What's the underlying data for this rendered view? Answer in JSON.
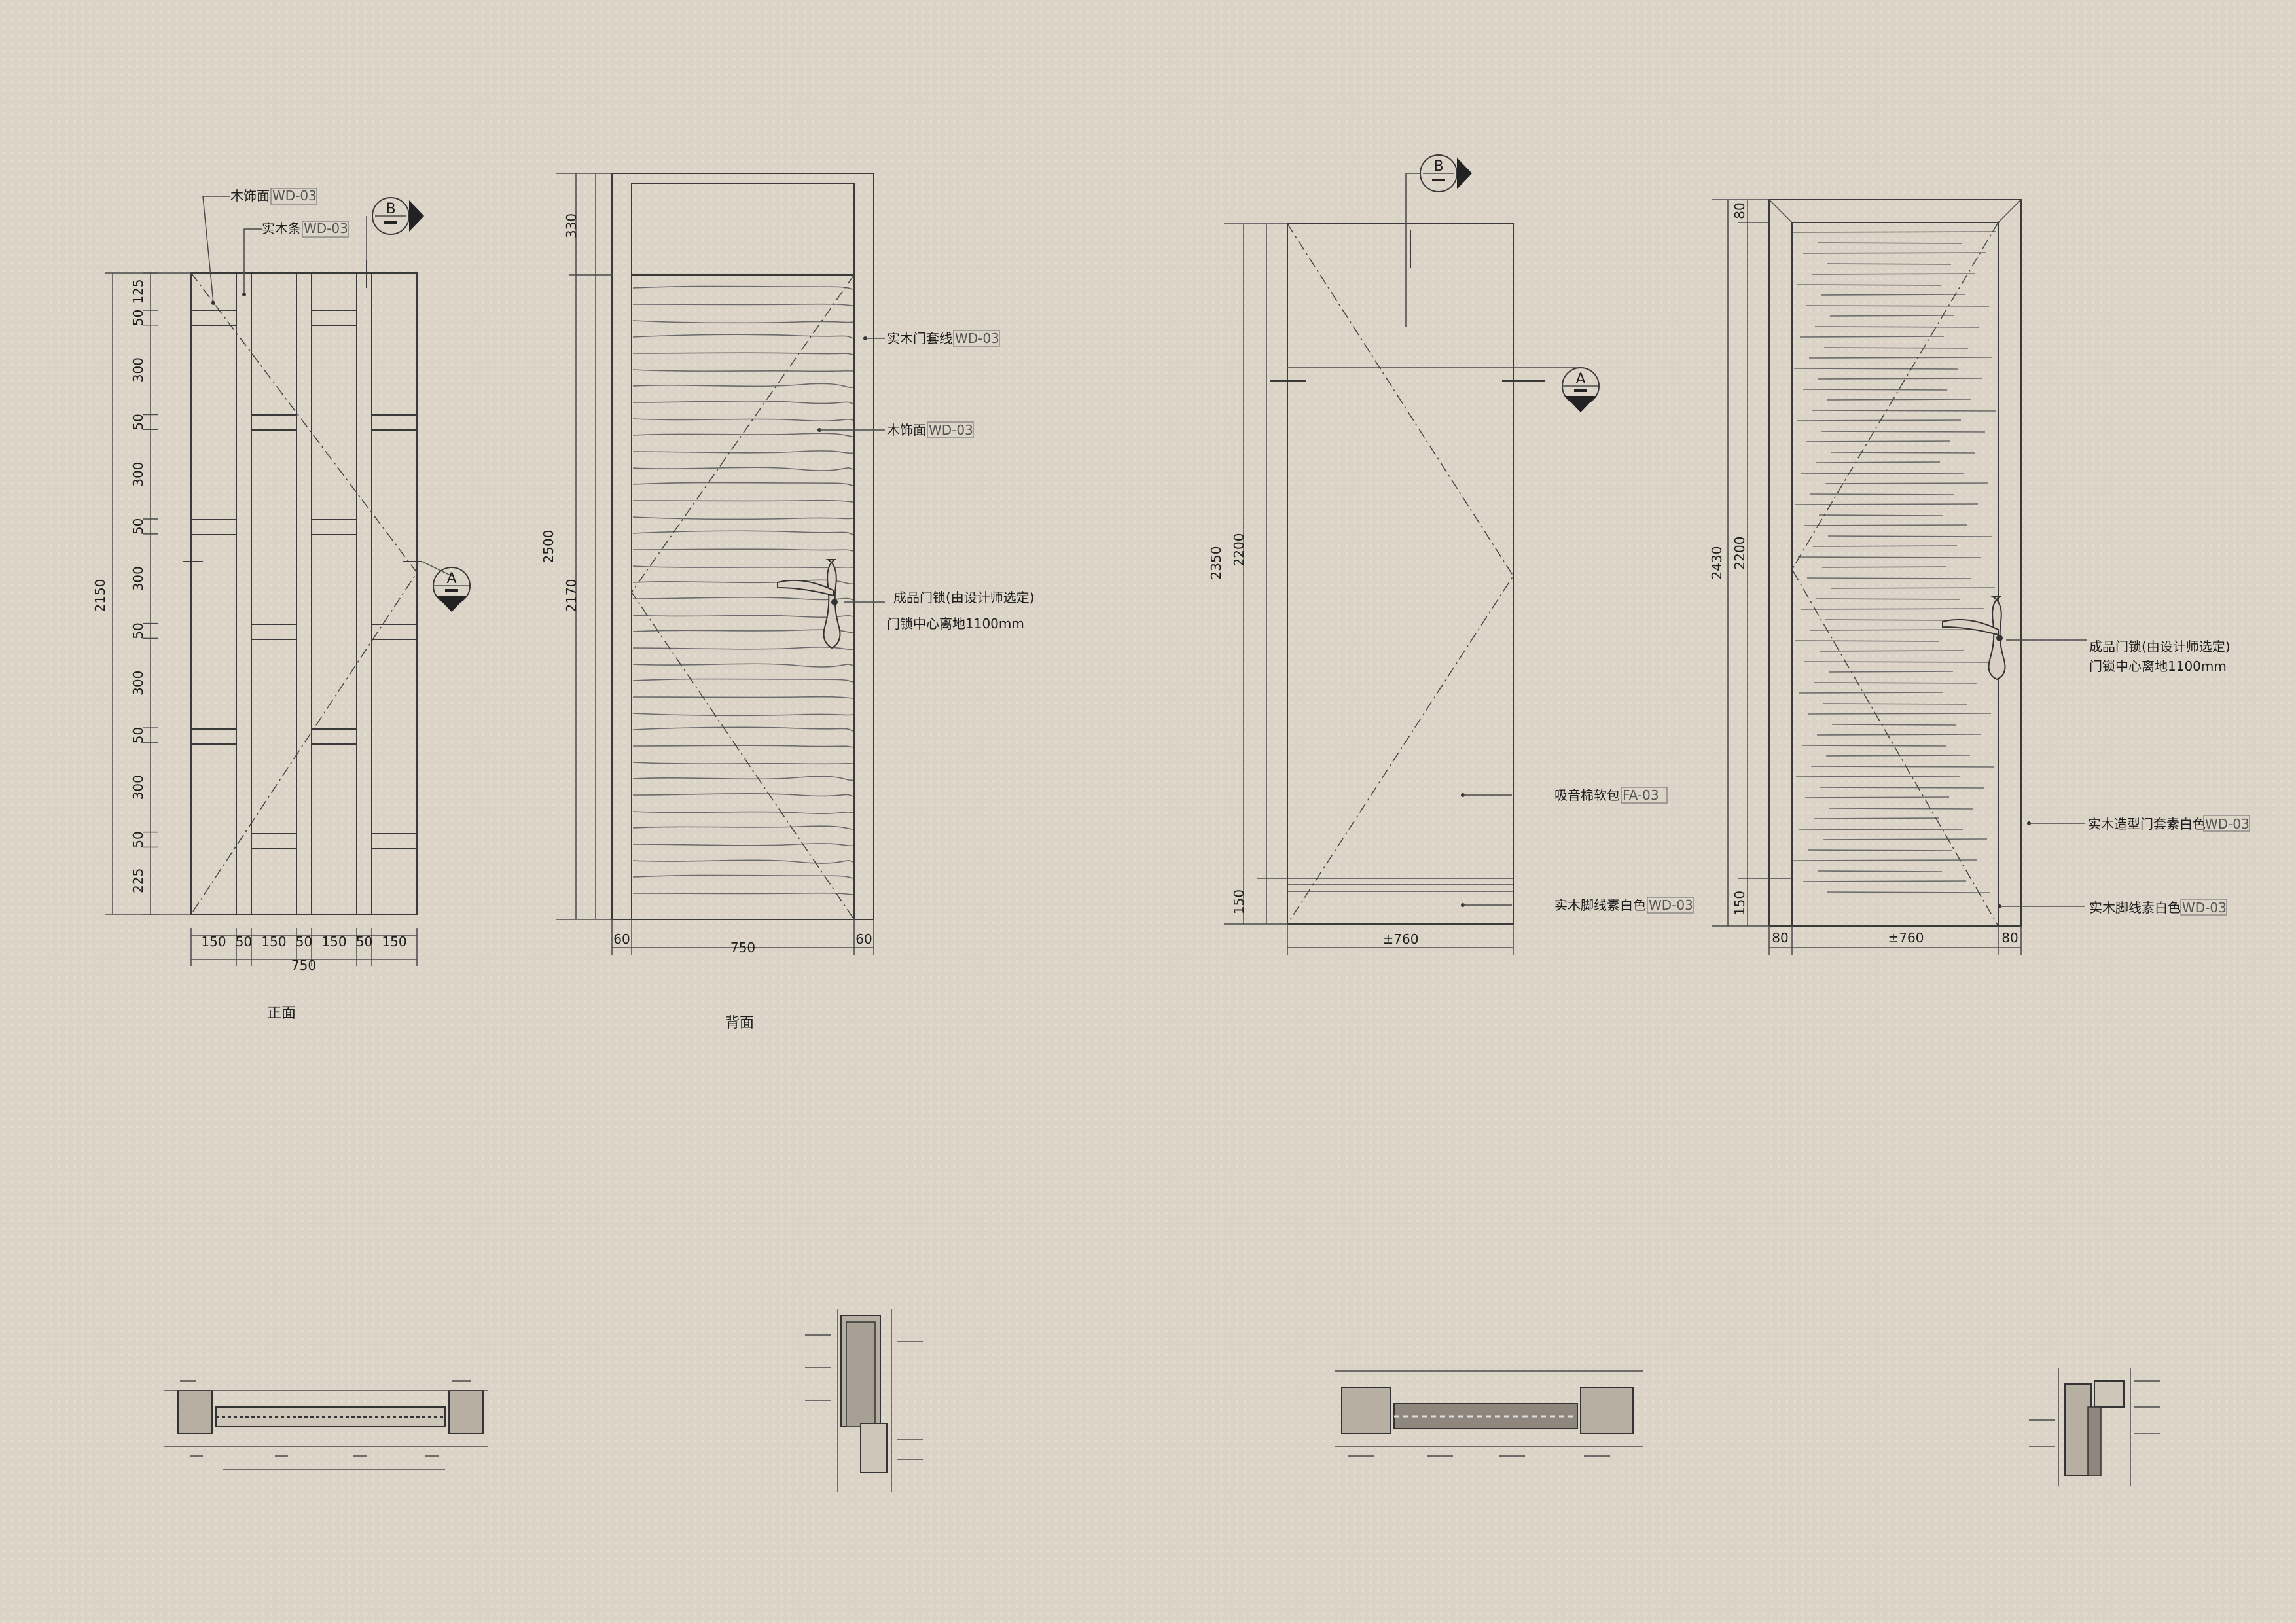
{
  "drawing": {
    "elev1": {
      "caption": "正面",
      "height_total": "2150",
      "height_segments": [
        "125",
        "50",
        "300",
        "50",
        "300",
        "50",
        "300",
        "50",
        "300",
        "50",
        "300",
        "50",
        "225"
      ],
      "width_segments": [
        "150",
        "50",
        "150",
        "50",
        "150",
        "50",
        "150"
      ],
      "width_total": "750",
      "labels": [
        {
          "text": "木饰面",
          "tag": "WD-03"
        },
        {
          "text": "实木条",
          "tag": "WD-03"
        }
      ],
      "markers": [
        {
          "letter": "B"
        },
        {
          "letter": "A"
        }
      ]
    },
    "elev2": {
      "caption": "背面",
      "height_total": "2500",
      "height_top": "330",
      "height_bottom": "2170",
      "width_left": "60",
      "width_mid": "750",
      "width_right": "60",
      "labels": [
        {
          "text": "实木门套线",
          "tag": "WD-03"
        },
        {
          "text": "木饰面",
          "tag": "WD-03"
        }
      ],
      "lock_note": {
        "line1": "成品门锁(由设计师选定)",
        "line2": "门锁中心离地1100mm"
      }
    },
    "elev3": {
      "height_total": "2350",
      "height_main": "2200",
      "height_base": "150",
      "width_total": "±760",
      "labels": [
        {
          "text": "吸音棉软包",
          "tag": "FA-03"
        },
        {
          "text": "实木脚线素白色",
          "tag": "WD-03"
        }
      ],
      "markers": [
        {
          "letter": "B"
        },
        {
          "letter": "A"
        }
      ]
    },
    "elev4": {
      "height_total": "2430",
      "height_top": "80",
      "height_main": "2200",
      "height_base": "150",
      "width_left": "80",
      "width_mid": "±760",
      "width_right": "80",
      "labels": [
        {
          "text": "实木造型门套素白色",
          "tag": "WD-03"
        },
        {
          "text": "实木脚线素白色",
          "tag": "WD-03"
        }
      ],
      "lock_note": {
        "line1": "成品门锁(由设计师选定)",
        "line2": "门锁中心离地1100mm"
      }
    },
    "colors": {
      "background": "#dcd3c7",
      "line": "#3a3a3a",
      "tag": "#555555"
    },
    "section_details": [
      "plan-section-1",
      "vertical-section-1",
      "plan-section-2",
      "vertical-section-2"
    ]
  }
}
